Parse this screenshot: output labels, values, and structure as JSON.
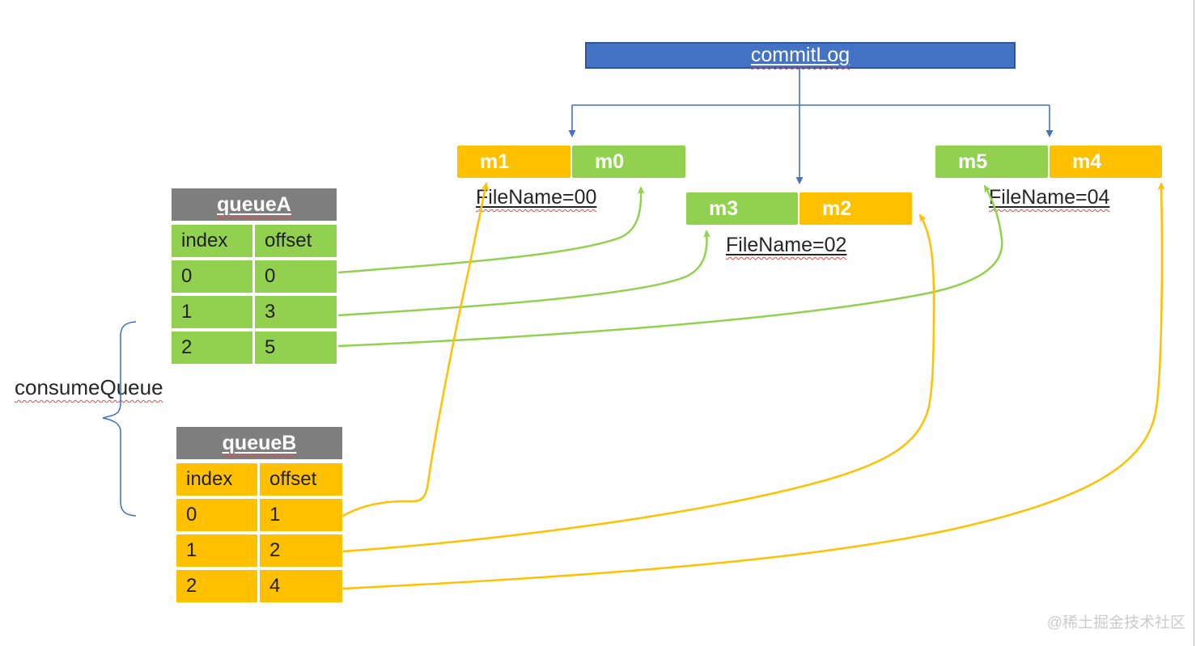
{
  "palette": {
    "commitlog_blue": "#4472C4",
    "commitlog_border_blue": "#2F5597",
    "green": "#92D050",
    "orange": "#FFC000",
    "table_header_gray": "#7F7F7F",
    "connector_blue": "#4472C4",
    "spellcheck_red": "#e04b45",
    "watermark_gray": "#cbcbcb",
    "text_black": "#262626"
  },
  "commit_log": {
    "label": "commitLog"
  },
  "files": [
    {
      "left_label": "m1",
      "right_label": "m0",
      "left_color": "orange",
      "right_color": "green",
      "caption": "FileName=00"
    },
    {
      "left_label": "m3",
      "right_label": "m2",
      "left_color": "green",
      "right_color": "orange",
      "caption": "FileName=02"
    },
    {
      "left_label": "m5",
      "right_label": "m4",
      "left_color": "green",
      "right_color": "orange",
      "caption": "FileName=04"
    }
  ],
  "consume_queue_label": "consumeQueue",
  "queueA": {
    "title": "queueA",
    "columns": [
      "index",
      "offset"
    ],
    "rows": [
      {
        "index": "0",
        "offset": "0"
      },
      {
        "index": "1",
        "offset": "3"
      },
      {
        "index": "2",
        "offset": "5"
      }
    ]
  },
  "queueB": {
    "title": "queueB",
    "columns": [
      "index",
      "offset"
    ],
    "rows": [
      {
        "index": "0",
        "offset": "1"
      },
      {
        "index": "1",
        "offset": "2"
      },
      {
        "index": "2",
        "offset": "4"
      }
    ]
  },
  "arrows": {
    "green_links": [
      "queueA.0 -> m0",
      "queueA.1 -> m3",
      "queueA.2 -> m5"
    ],
    "orange_links": [
      "queueB.0 -> m1",
      "queueB.1 -> m2",
      "queueB.2 -> m4"
    ],
    "blue_links": [
      "commitLog -> FileName=00",
      "commitLog -> FileName=02",
      "commitLog -> FileName=04"
    ]
  },
  "watermark": "@稀土掘金技术社区"
}
